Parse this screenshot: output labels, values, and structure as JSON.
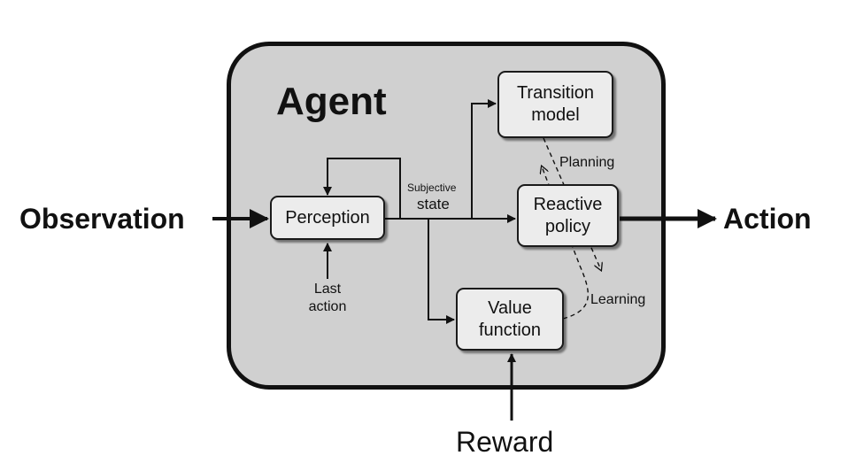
{
  "agent": {
    "title": "Agent"
  },
  "nodes": {
    "perception": "Perception",
    "transition_model": "Transition\nmodel",
    "reactive_policy": "Reactive\npolicy",
    "value_function": "Value\nfunction"
  },
  "labels": {
    "observation": "Observation",
    "action": "Action",
    "reward": "Reward",
    "last_action": "Last\naction",
    "subjective_state_1": "Subjective",
    "subjective_state_2": "state",
    "planning": "Planning",
    "learning": "Learning"
  }
}
